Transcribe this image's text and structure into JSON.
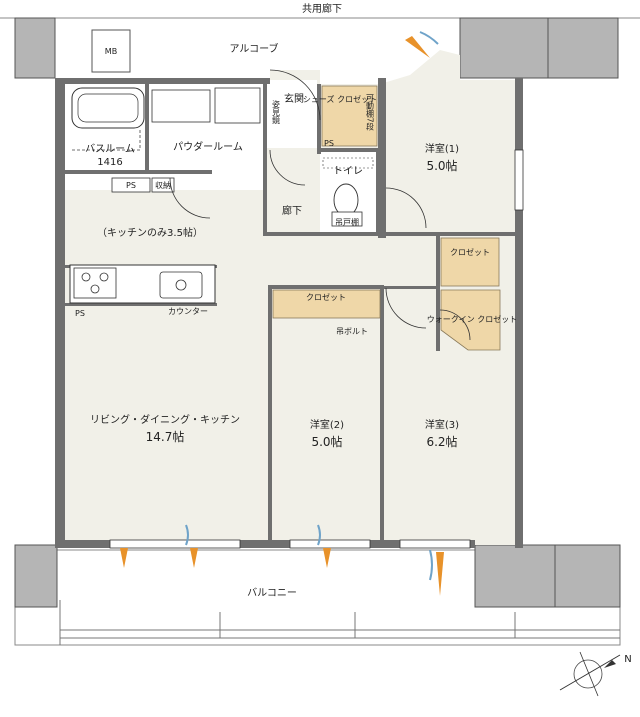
{
  "corridor": "共用廊下",
  "balcony": "バルコニー",
  "mb": "MB",
  "alcove": "アルコーブ",
  "entrance": "玄関",
  "shoe_closet": "シューズ\nクロゼット",
  "movable_shelf": "可動棚7段",
  "shoe_bench": "姿見鏡",
  "bathroom": "バスルーム",
  "bathroom_size": "1416",
  "powder_room": "パウダールーム",
  "ps": "PS",
  "storage_tag": "収納",
  "toilet": "トイレ",
  "toilet_shelf": "吊戸棚",
  "hallway": "廊下",
  "kitchen_only": "（キッチンのみ3.5帖）",
  "counter": "カウンター",
  "ldk_name": "リビング・ダイニング・キッチン",
  "ldk_size": "14.7帖",
  "room1_name": "洋室(1)",
  "room1_size": "5.0帖",
  "room2_name": "洋室(2)",
  "room2_size": "5.0帖",
  "room3_name": "洋室(3)",
  "room3_size": "6.2帖",
  "closet": "クロゼット",
  "closet2": "クロゼット",
  "hanging_pole": "吊ボルト",
  "walkin": "ウォークイン\nクロゼット",
  "compass_n": "N",
  "colors": {
    "wall": "#6f6f6f",
    "floor": "#f1f0e8",
    "closet": "#efd7a8",
    "airflow_orange": "#e8922a",
    "airflow_blue": "#6fa3c9"
  }
}
